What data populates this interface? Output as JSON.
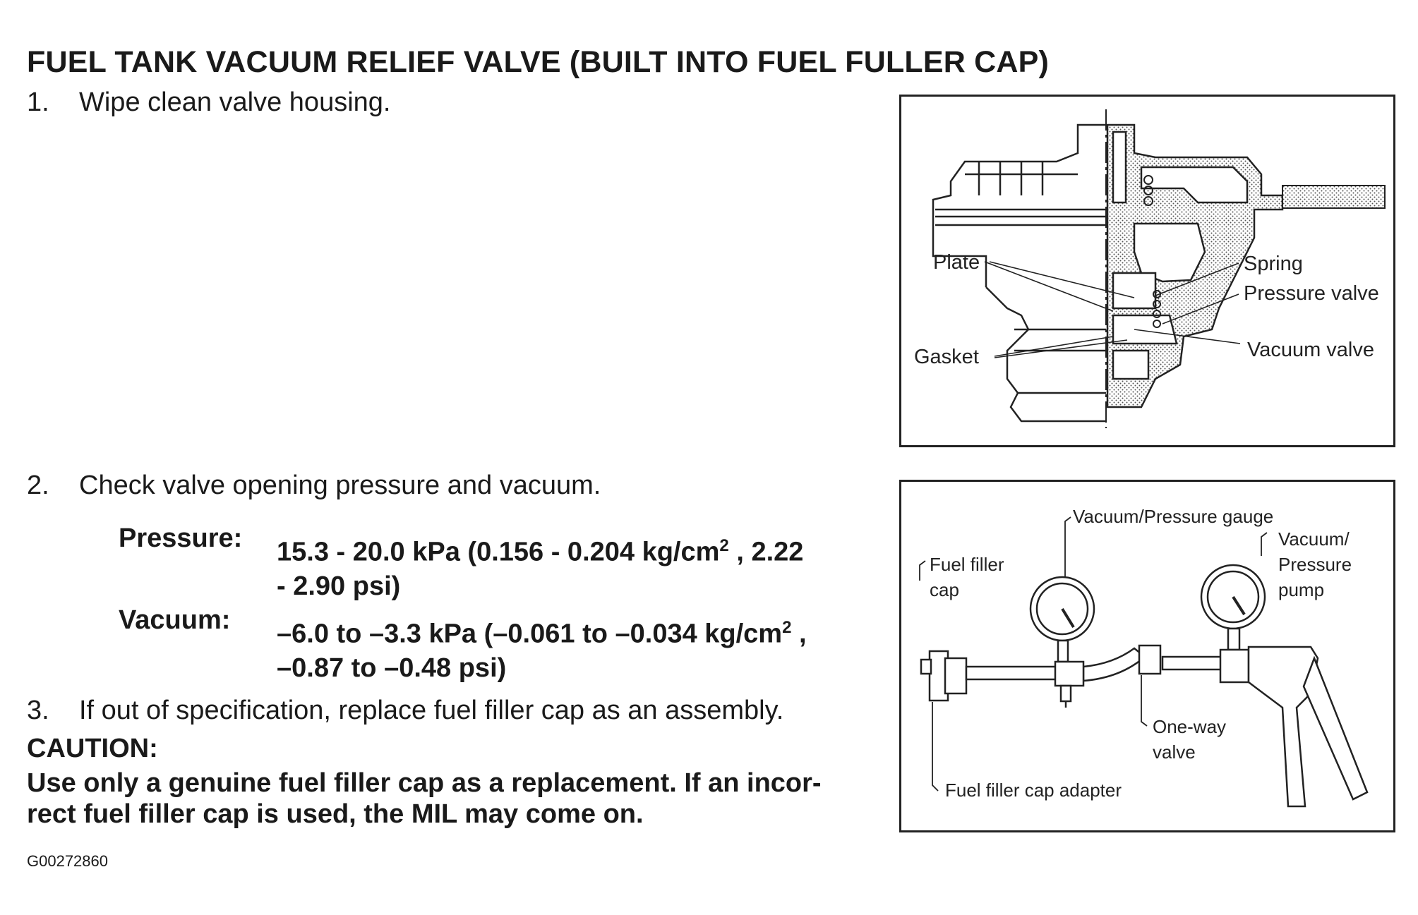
{
  "title": "FUEL TANK VACUUM RELIEF VALVE (BUILT INTO FUEL FULLER CAP)",
  "steps": [
    {
      "num": "1.",
      "text": "Wipe clean valve housing."
    },
    {
      "num": "2.",
      "text": "Check valve opening pressure and vacuum."
    },
    {
      "num": "3.",
      "text": "If out of specification, replace fuel filler cap as an assembly."
    }
  ],
  "specs": {
    "pressure": {
      "label": "Pressure:",
      "line1_pre": "15.3 - 20.0 kPa (0.156 - 0.204 kg/cm",
      "line1_sup": "2",
      "line1_post": " , 2.22",
      "line2": "- 2.90 psi)"
    },
    "vacuum": {
      "label": "Vacuum:",
      "line1_pre": "–6.0 to –3.3 kPa (–0.061 to –0.034 kg/cm",
      "line1_sup": "2",
      "line1_post": " ,",
      "line2": "–0.87 to –0.48 psi)"
    }
  },
  "caution": {
    "heading": "CAUTION:",
    "line1": "Use only a genuine fuel filler cap as a replacement. If an incor-",
    "line2": "rect fuel filler cap is used, the MIL may come on."
  },
  "figure_code": "G00272860",
  "figure1": {
    "labels": {
      "plate": "Plate",
      "gasket": "Gasket",
      "spring": "Spring",
      "pressure_valve": "Pressure valve",
      "vacuum_valve": "Vacuum valve"
    }
  },
  "figure2": {
    "labels": {
      "gauge": "Vacuum/Pressure gauge",
      "pump_l1": "Vacuum/",
      "pump_l2": "Pressure",
      "pump_l3": "pump",
      "cap_l1": "Fuel filler",
      "cap_l2": "cap",
      "oneway_l1": "One-way",
      "oneway_l2": "valve",
      "adapter": "Fuel filler cap adapter"
    }
  }
}
